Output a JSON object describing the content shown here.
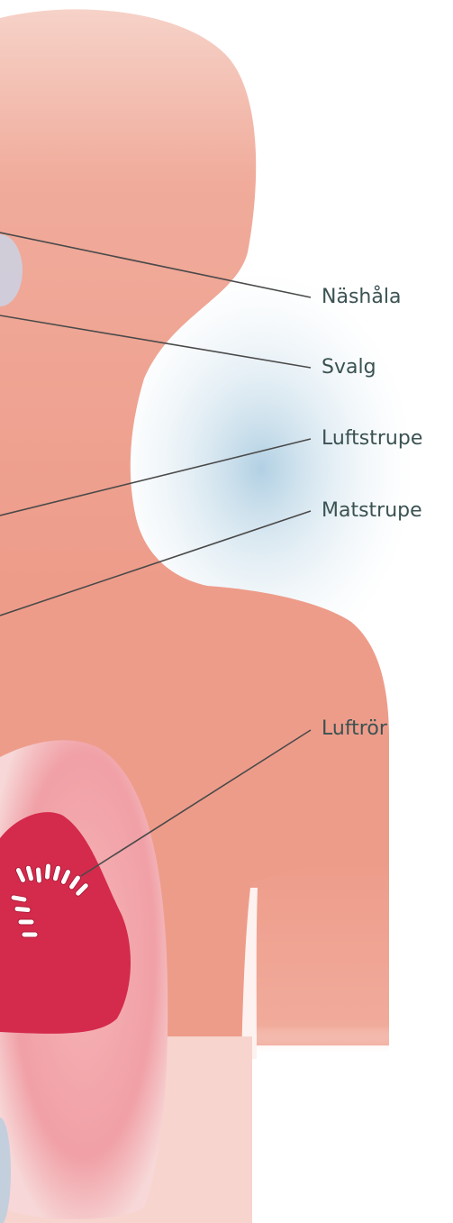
{
  "labels": {
    "nashala": "Näshåla",
    "svalg": "Svalg",
    "luftstrupe": "Luftstrupe",
    "matstrupe": "Matstrupe",
    "luftror": "Luftrör"
  },
  "colors": {
    "skin": "#ef9f8f",
    "skin_light": "#f3b8a8",
    "neck_shadow": "#c6dbe6",
    "lung_outer": "#f2a8ac",
    "lung_inner": "#d42a4b",
    "leader_line": "#4a4a4a",
    "label_text": "#3b5252"
  }
}
